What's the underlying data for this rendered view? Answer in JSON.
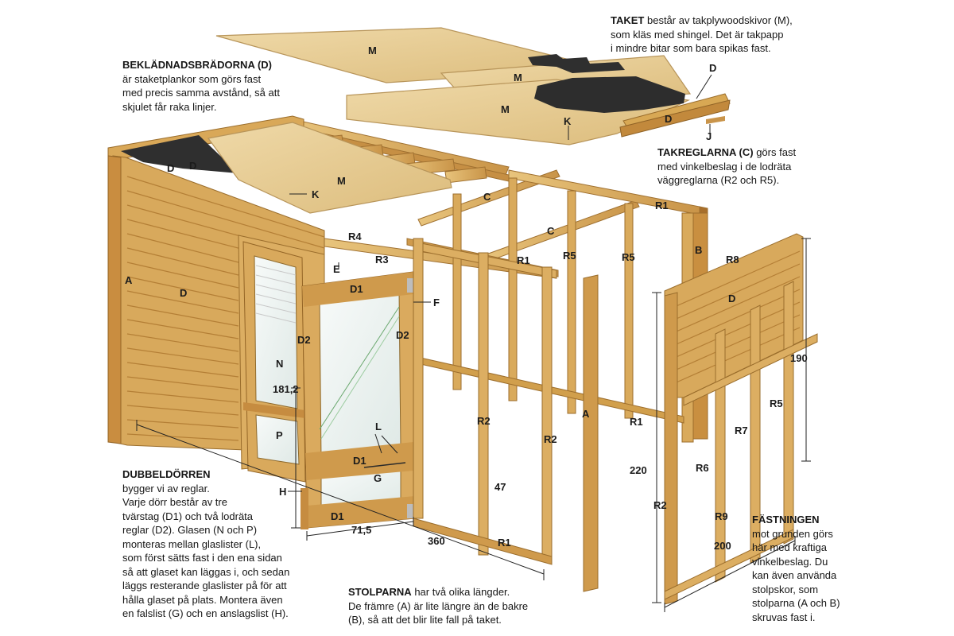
{
  "captions": {
    "roof": {
      "heading": "TAKET",
      "body": " består av takplywoodskivor (M),\nsom kläs med shingel. Det är takpapp\ni mindre bitar som bara spikas fast."
    },
    "cladding": {
      "heading": "BEKLÄDNADSBRÄDORNA (D)",
      "body": "är staketplankor som görs fast\nmed precis samma avstånd, så att\nskjulet får raka linjer."
    },
    "rafters": {
      "heading": "TAKREGLARNA (C)",
      "body": " görs fast\nmed vinkelbeslag i de lodräta\nväggreglarna (R2 och R5)."
    },
    "door": {
      "heading": "DUBBELDÖRREN",
      "body": "bygger vi av reglar.\nVarje dörr består av tre\ntvärstag (D1) och två lodräta\nreglar (D2). Glasen (N och P)\nmonteras mellan glaslister (L),\nsom först sätts fast i den ena sidan\nså att glaset kan läggas i, och sedan\nläggs resterande glaslister på för att\nhålla glaset på plats. Montera även\nen falslist (G) och en anslagslist (H)."
    },
    "posts": {
      "heading": "STOLPARNA",
      "body": " har två olika längder.\nDe främre (A) är lite längre än de bakre\n(B), så att det blir lite fall på taket."
    },
    "fastening": {
      "heading": "FÄSTNINGEN",
      "body": "mot grunden görs\nhär med kraftiga\nvinkelbeslag. Du\nkan även använda\nstolpskor, som\nstolparna (A och B)\nskruvas fast i."
    }
  },
  "part_labels": {
    "m_top": "M",
    "m_mid1": "M",
    "m_mid2": "M",
    "m_left": "M",
    "d_roof_right": "D",
    "d_roof_right2": "D",
    "j_roof": "J",
    "k_roof": "K",
    "d_left1": "D",
    "d_left2": "D",
    "k_left": "K",
    "c_rafter1": "C",
    "c_rafter2": "C",
    "r1_back": "R1",
    "r1_side": "R1",
    "r1_bottom": "R1",
    "r1_front": "R1",
    "r4": "R4",
    "r3": "R3",
    "e": "E",
    "b_post": "B",
    "r5_a": "R5",
    "r5_b": "R5",
    "r5_right": "R5",
    "r8": "R8",
    "d_right": "D",
    "r7": "R7",
    "r6": "R6",
    "r9": "R9",
    "a_left": "A",
    "d_wall": "D",
    "a_center": "A",
    "d1_top": "D1",
    "d1_mid": "D1",
    "d1_bottom": "D1",
    "d2_left": "D2",
    "d2_right": "D2",
    "f": "F",
    "n": "N",
    "p": "P",
    "l": "L",
    "g": "G",
    "h": "H",
    "r2_a": "R2",
    "r2_b": "R2",
    "r2_c": "R2"
  },
  "dimensions": {
    "door_height": "181,2",
    "door_width": "71,5",
    "wall_length": "360",
    "wall_mark": "47",
    "wall_height": "220",
    "side_height": "190",
    "side_width": "200"
  },
  "colors": {
    "wood_light": "#e4bf72",
    "wood_mid": "#d19f4c",
    "wood_dark": "#a87833",
    "plywood": "#e8cf97",
    "shingle": "#2e2e2e",
    "glass": "#e9f0ee",
    "text": "#161616"
  }
}
